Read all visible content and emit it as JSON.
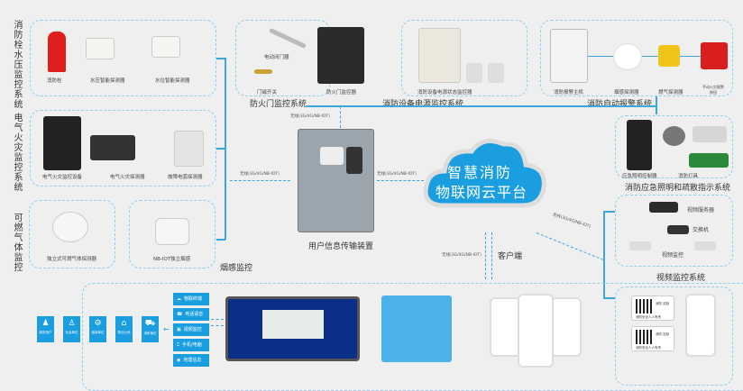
{
  "left_systems": {
    "hydrant": {
      "title": "消防栓水压监控系统",
      "items": [
        "消防栓",
        "水压智能探测器",
        "水位智能探测器"
      ]
    },
    "electrical": {
      "title": "电气火灾监控系统",
      "items": [
        "电气火灾监控设备",
        "电气火灾探测器",
        "故障电弧探测器"
      ]
    },
    "gas": {
      "title": "可燃气体监控",
      "items": [
        "独立式可燃气体探测器",
        "NB-IOT独立烟感"
      ]
    },
    "smoke_label": "烟感监控"
  },
  "top_systems": {
    "fire_door": {
      "title": "防火门监控系统",
      "items": [
        "电动闭门器",
        "门磁开关",
        "防火门监控器"
      ]
    },
    "power": {
      "title": "消防设备电源监控系统",
      "items": [
        "消防设备电源状态监控器"
      ]
    },
    "alarm": {
      "title": "消防自动报警系统",
      "items": [
        "消防报警主机",
        "烟感探测器",
        "燃气探测器",
        "手动火灾报警按钮"
      ]
    }
  },
  "right_systems": {
    "emergency": {
      "title": "消防应急照明和疏散指示系统",
      "items": [
        "应急照明控制器",
        "消防灯具"
      ]
    },
    "video": {
      "title": "视频监控系统",
      "items": [
        "视频服务器",
        "交换机",
        "视频监控"
      ]
    }
  },
  "center": {
    "device_label": "用户信息传输装置",
    "cloud_line1": "智慧消防",
    "cloud_line2": "物联网云平台",
    "client_label": "客户端",
    "wireless": "无线(3G/4G/NB-IOT)"
  },
  "bottom": {
    "users": [
      "政府用户",
      "社会单位",
      "维保单位",
      "物业公司",
      "消防单位"
    ],
    "menu": [
      {
        "icon": "cloud-icon",
        "label": "物联终端"
      },
      {
        "icon": "phone-icon",
        "label": "电话语音"
      },
      {
        "icon": "camera-icon",
        "label": "视频监控"
      },
      {
        "icon": "computer-icon",
        "label": "手机/电脑"
      },
      {
        "icon": "location-icon",
        "label": "地理信息"
      }
    ],
    "qr_text": "消防安全人人有责",
    "qr_badge": "消防 巡检"
  },
  "colors": {
    "accent": "#1a9ee0",
    "dash": "#8fd0ee"
  }
}
